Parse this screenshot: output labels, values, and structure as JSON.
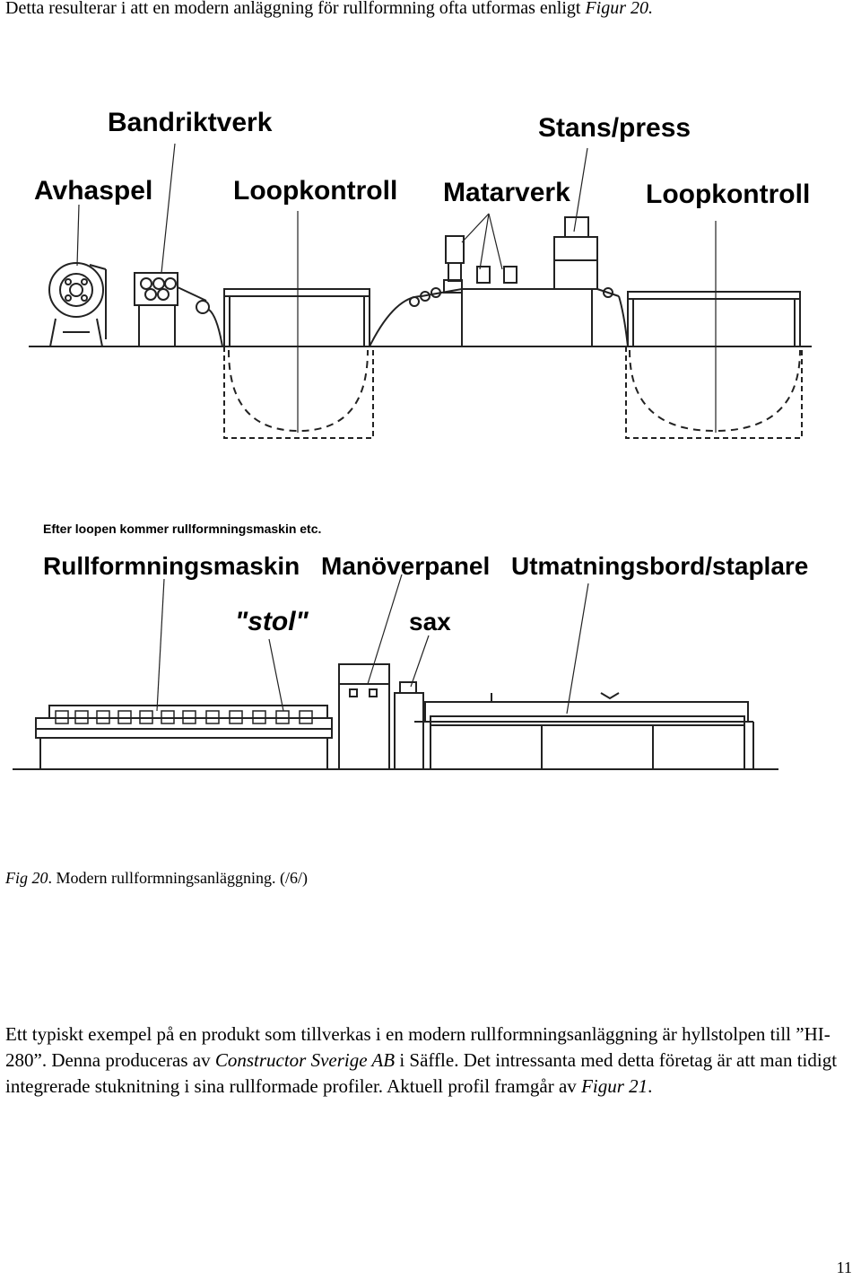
{
  "intro": {
    "text": "Detta resulterar i att en modern anläggning för rullformning ofta utformas enligt ",
    "ref": "Figur 20."
  },
  "diagram_top": {
    "labels": {
      "avhaspel": "Avhaspel",
      "bandriktverk": "Bandriktverk",
      "loopkontroll_1": "Loopkontroll",
      "stans_press": "Stans/press",
      "matarverk": "Matarverk",
      "loopkontroll_2": "Loopkontroll"
    }
  },
  "diagram_bottom": {
    "note": "Efter loopen kommer rullformningsmaskin etc.",
    "labels": {
      "rullformningsmaskin": "Rullformningsmaskin",
      "manoverpanel": "Manöverpanel",
      "utmatningsbord": "Utmatningsbord/staplare",
      "stol": "\"stol\"",
      "sax": "sax"
    }
  },
  "caption": {
    "fig": "Fig 20",
    "text": ". Modern rullformningsanläggning. (/6/)"
  },
  "paragraph": {
    "p1": "Ett typiskt exempel på en produkt som tillverkas i en modern rullformningsanläggning är hyllstolpen till ”HI-280”. Denna produceras av ",
    "company": "Constructor Sverige AB",
    "p2": " i Säffle. Det intressanta med detta företag är att man tidigt integrerade stuknitning i sina rullformade profiler. Aktuell profil framgår av ",
    "ref": "Figur 21",
    "end": "."
  },
  "page_number": "11"
}
